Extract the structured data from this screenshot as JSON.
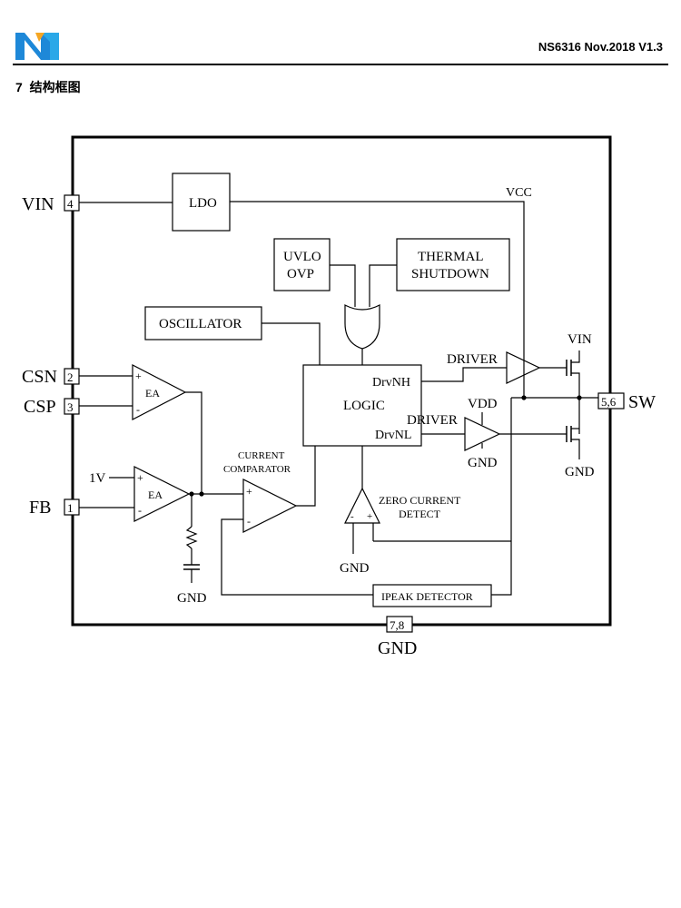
{
  "header": {
    "doc_id": "NS6316 Nov.2018 V1.3",
    "logo": "company-logo"
  },
  "section": {
    "number": "7",
    "title": "结构框图"
  },
  "diagram": {
    "pins": {
      "vin": {
        "name": "VIN",
        "number": "4"
      },
      "csn": {
        "name": "CSN",
        "number": "2"
      },
      "csp": {
        "name": "CSP",
        "number": "3"
      },
      "fb": {
        "name": "FB",
        "number": "1"
      },
      "sw": {
        "name": "SW",
        "number": "5,6"
      },
      "gnd": {
        "name": "GND",
        "number": "7,8"
      }
    },
    "blocks": {
      "ldo": "LDO",
      "uvlo_line1": "UVLO",
      "uvlo_line2": "OVP",
      "thermal_line1": "THERMAL",
      "thermal_line2": "SHUTDOWN",
      "oscillator": "OSCILLATOR",
      "logic": "LOGIC",
      "drvnh": "DrvNH",
      "drvnl": "DrvNL",
      "ipeak": "IPEAK DETECTOR"
    },
    "labels": {
      "vcc": "VCC",
      "vin_top": "VIN",
      "driver_high": "DRIVER",
      "driver_low": "DRIVER",
      "vdd": "VDD",
      "gnd_driver": "GND",
      "gnd_right": "GND",
      "ea1": "EA",
      "ea2": "EA",
      "ref_1v": "1V",
      "cc_line1": "CURRENT",
      "cc_line2": "COMPARATOR",
      "zc_line1": "ZERO CURRENT",
      "zc_line2": "DETECT",
      "gnd_zc": "GND",
      "gnd_rc": "GND",
      "plus": "+",
      "minus": "-"
    }
  }
}
